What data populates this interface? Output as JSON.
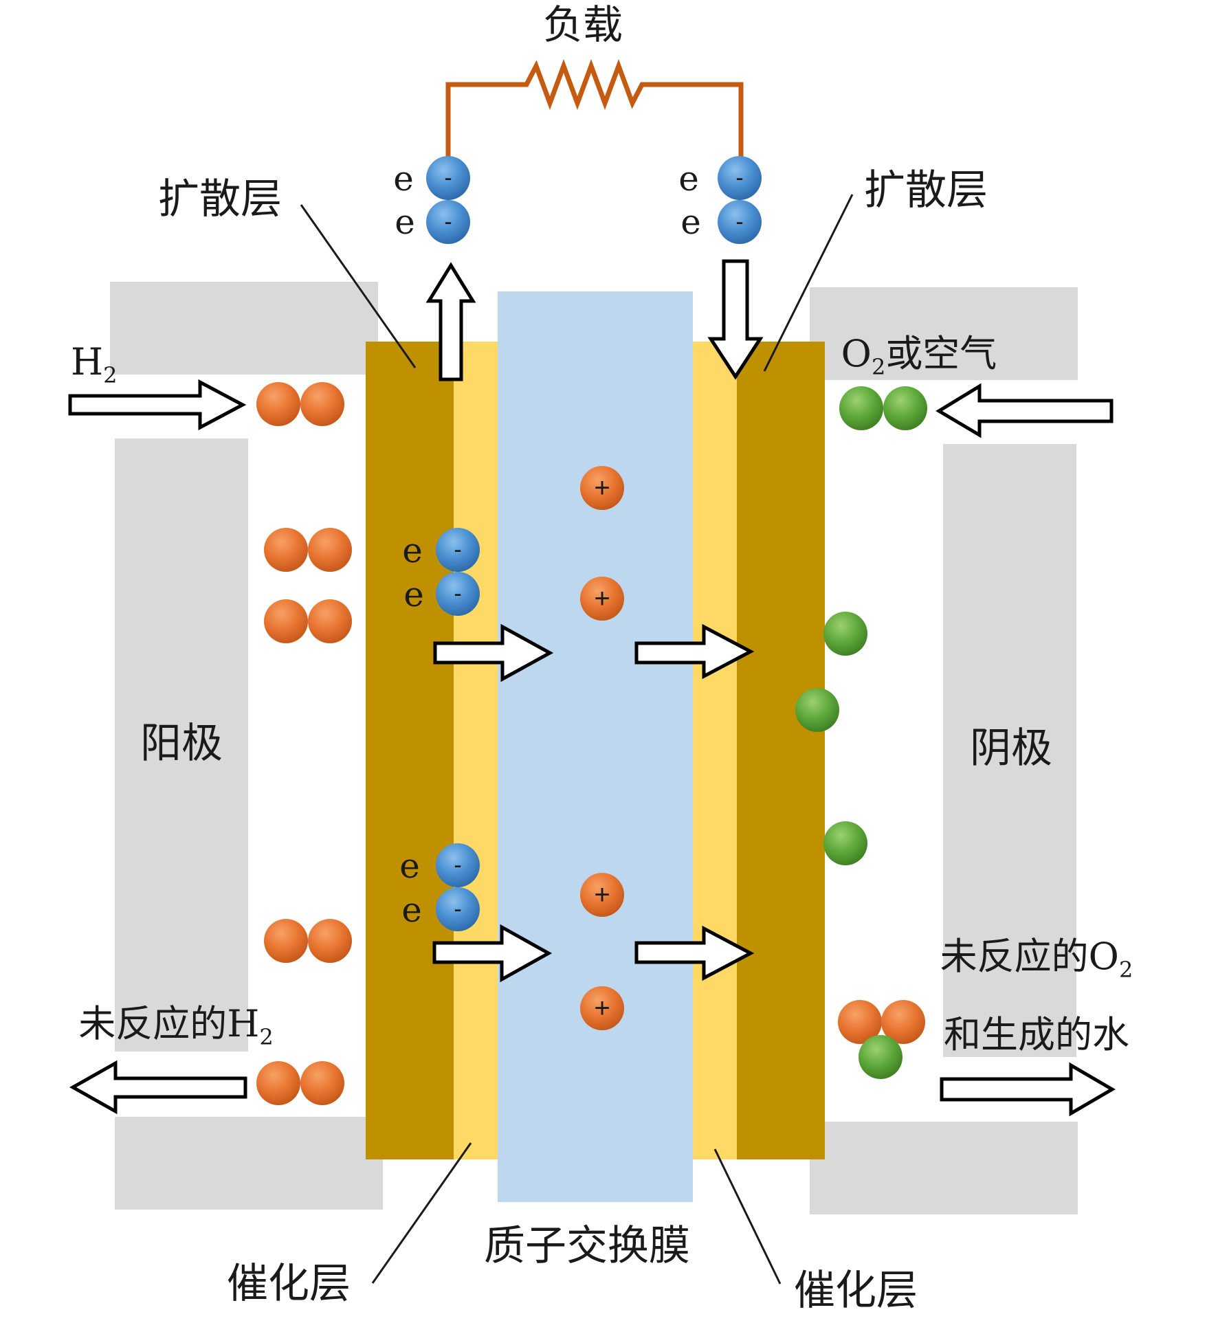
{
  "labels": {
    "load": "负载",
    "diffusion_left": "扩散层",
    "diffusion_right": "扩散层",
    "h2_main": "H",
    "h2_sub": "2",
    "o2_main": "O",
    "o2_sub": "2",
    "o2_suffix": "或空气",
    "anode": "阳极",
    "cathode": "阴极",
    "unreacted_h2_main": "未反应的H",
    "unreacted_h2_sub": "2",
    "unreacted_o2_main": "未反应的O",
    "unreacted_o2_sub": "2",
    "generated_water": "和生成的水",
    "catalyst_left": "催化层",
    "catalyst_right": "催化层",
    "membrane": "质子交换膜"
  },
  "particles": {
    "electron_letter": "e",
    "electron_sign": "-",
    "proton_sign": "+"
  },
  "colors": {
    "plate_gray": "#d9d9d9",
    "diffusion_layer": "#bf9000",
    "catalyst_layer": "#ffd966",
    "membrane": "#bdd7ee",
    "wire": "#c55a11",
    "hydrogen": "#e87531",
    "electron": "#4a8fd1",
    "oxygen": "#5ea83a"
  }
}
